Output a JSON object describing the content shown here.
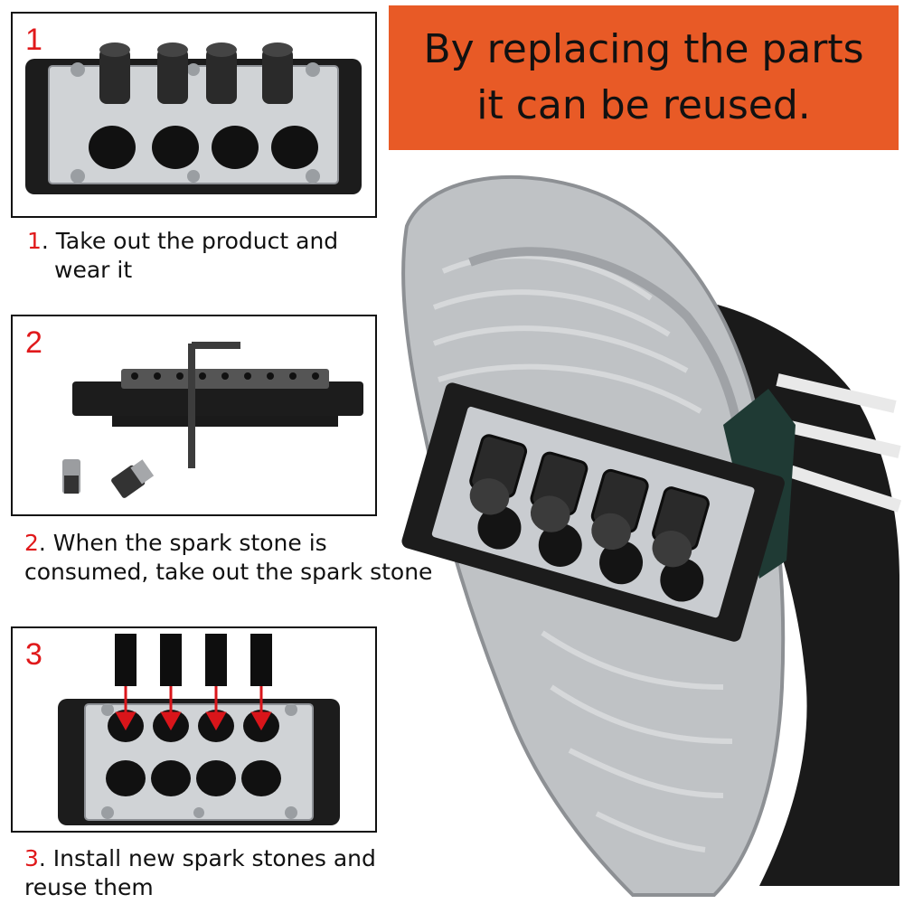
{
  "banner": {
    "line1": "By replacing the parts",
    "line2": "it can be reused.",
    "color": "#e85a26"
  },
  "steps": [
    {
      "number": "1",
      "caption_num": "1",
      "caption_line1": ". Take out the product and",
      "caption_line2": "wear it"
    },
    {
      "number": "2",
      "caption_num": "2",
      "caption_line1": ". When the spark stone is",
      "caption_line2": "consumed, take out the spark stone"
    },
    {
      "number": "3",
      "caption_num": "3",
      "caption_line1": ". Install new spark stones and",
      "caption_line2": "reuse them"
    }
  ],
  "colors": {
    "accent_red": "#e0191b",
    "holder_black": "#1c1c1c",
    "plate_silver": "#c9ccd0",
    "arrow_red": "#d9151a"
  }
}
